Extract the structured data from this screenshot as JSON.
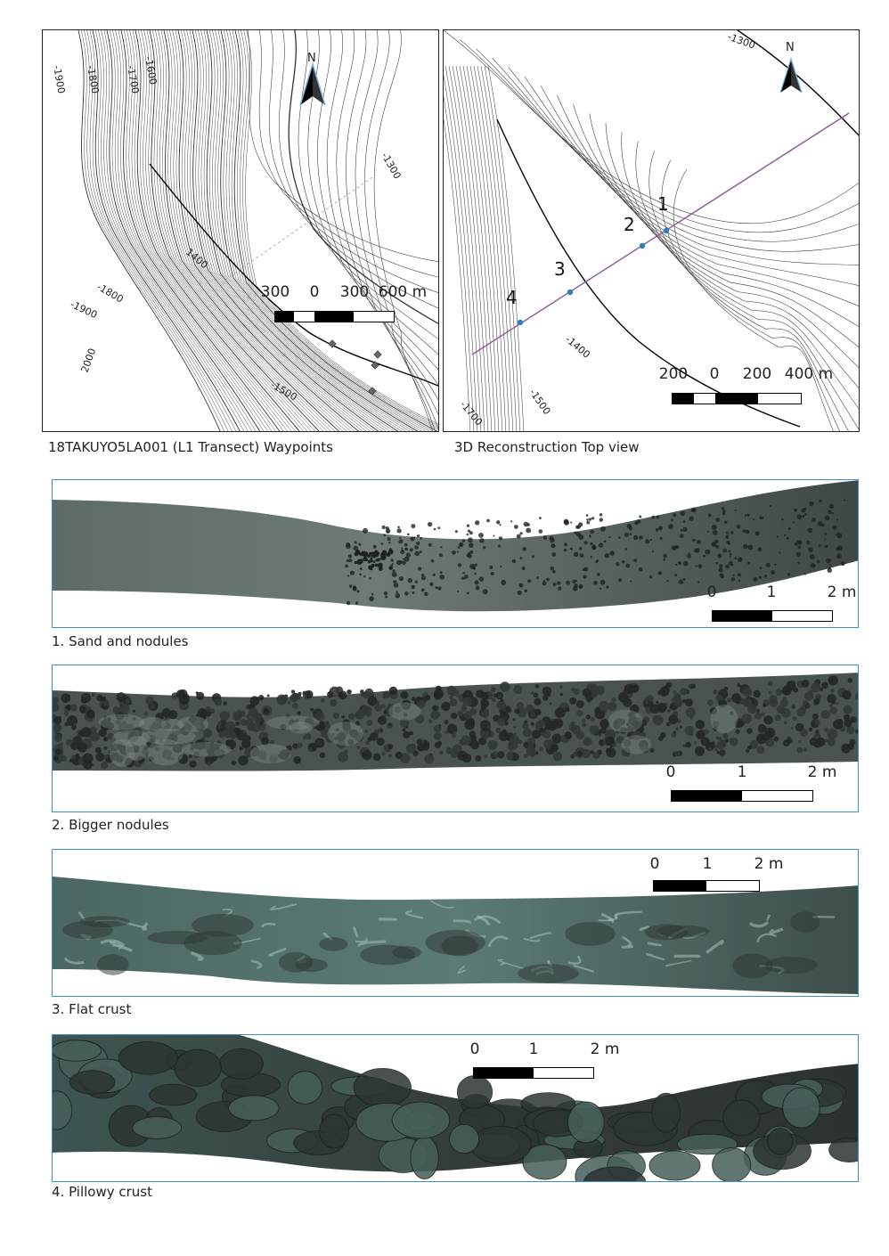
{
  "left_map": {
    "caption": "18TAKUYO5LA001 (L1 Transect) Waypoints",
    "north_label": "N",
    "contour_labels": [
      "-1900",
      "-1800",
      "-1700",
      "-1600",
      "-1300",
      "1400",
      "-1800",
      "-1900",
      "2000",
      "-1500"
    ],
    "scale": {
      "labels": [
        "300",
        "0",
        "300",
        "600 m"
      ]
    }
  },
  "right_map": {
    "caption": "3D Reconstruction Top view",
    "north_label": "N",
    "contour_labels": [
      "-1300",
      "-1400",
      "-1500",
      "-1700"
    ],
    "waypoints": [
      "1",
      "2",
      "3",
      "4"
    ],
    "scale": {
      "labels": [
        "200",
        "0",
        "200",
        "400 m"
      ]
    },
    "transect_color": "#8a5a9a",
    "waypoint_color": "#2f7fbf"
  },
  "panels": [
    {
      "caption": "1. Sand and nodules",
      "scale": {
        "labels": [
          "0",
          "1",
          "2 m"
        ]
      }
    },
    {
      "caption": "2. Bigger nodules",
      "scale": {
        "labels": [
          "0",
          "1",
          "2 m"
        ]
      }
    },
    {
      "caption": "3. Flat crust",
      "scale": {
        "labels": [
          "0",
          "1",
          "2 m"
        ]
      }
    },
    {
      "caption": "4. Pillowy crust",
      "scale": {
        "labels": [
          "0",
          "1",
          "2 m"
        ]
      }
    }
  ],
  "colors": {
    "panel_border": "#3a8fc6",
    "contour": "#333333"
  }
}
